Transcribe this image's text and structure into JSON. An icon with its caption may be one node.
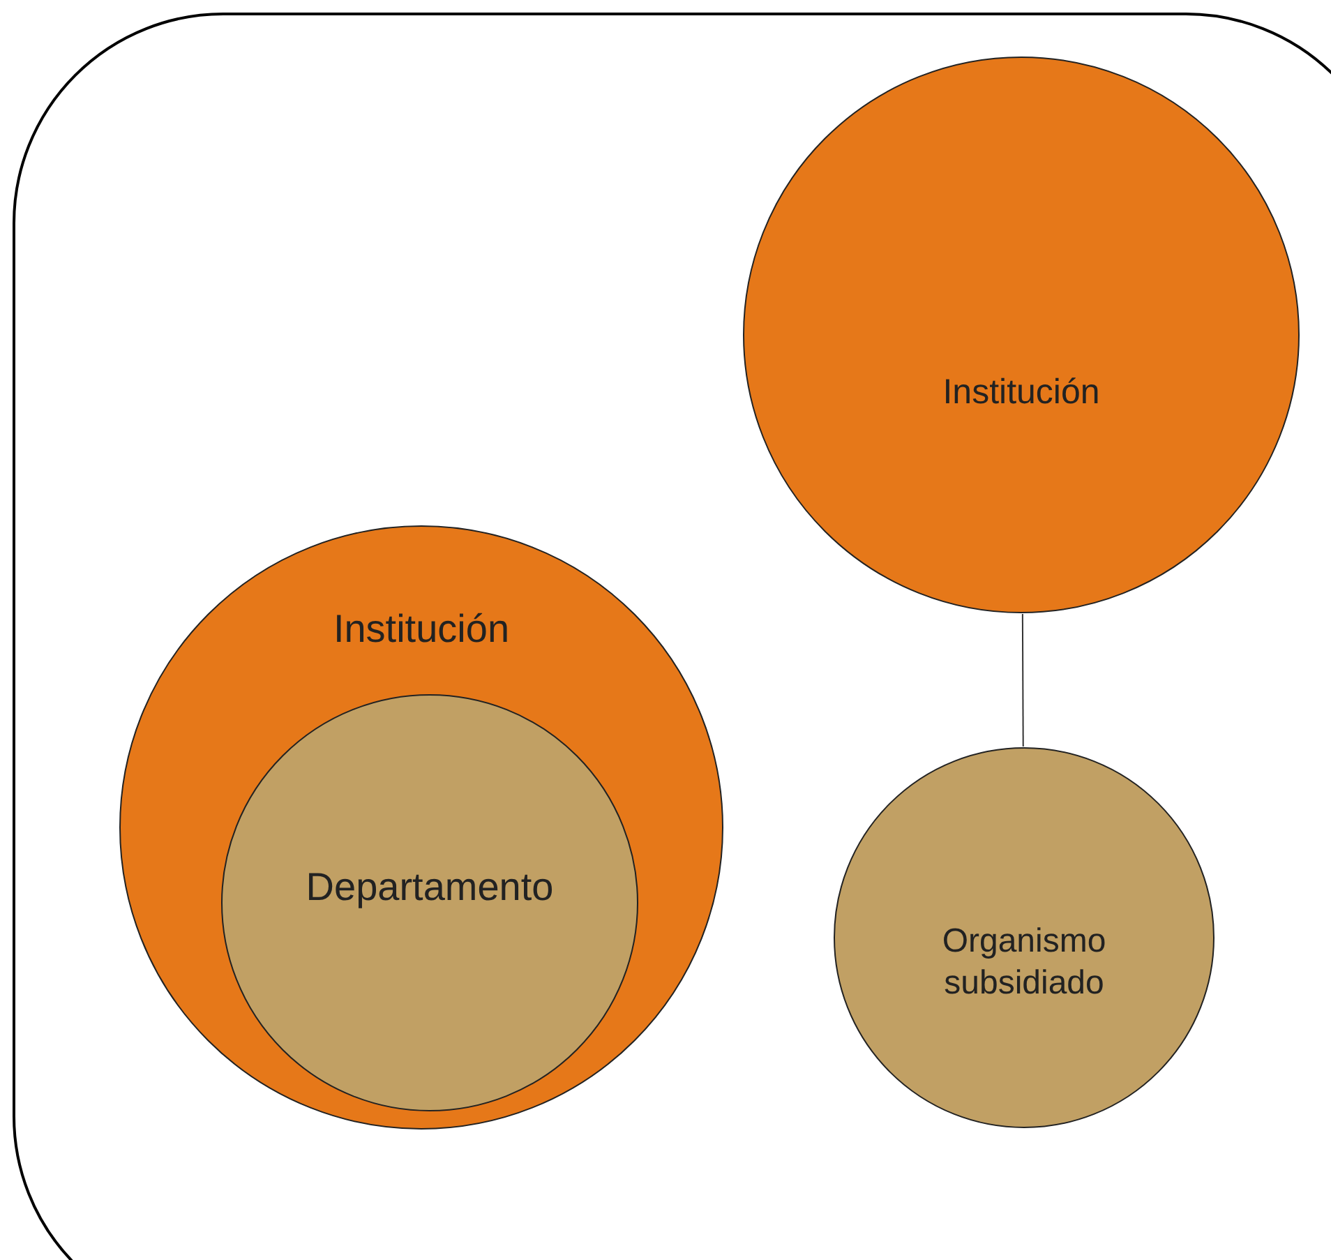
{
  "diagram": {
    "nodes": [
      {
        "text": [
          "Institución"
        ]
      },
      {
        "text": [
          "Institución"
        ]
      },
      {
        "text": [
          "Departamento"
        ],
        "in": 1
      },
      {
        "text": [
          "Organismo subsidiado"
        ]
      }
    ],
    "edges": [
      {
        "from": 0,
        "to": 3,
        "arrow": "none"
      }
    ]
  }
}
